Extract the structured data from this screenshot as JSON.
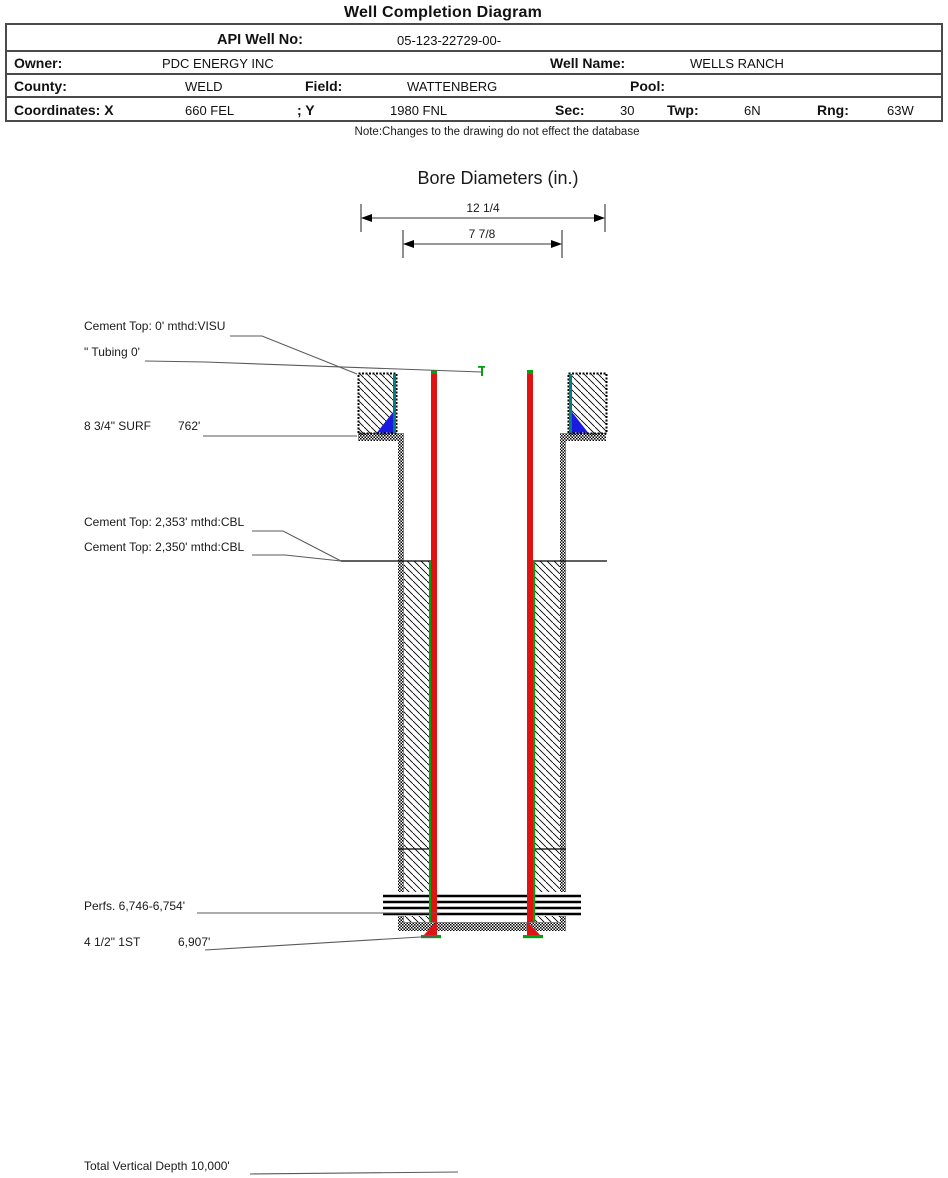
{
  "title": "Well Completion Diagram",
  "info_table": {
    "api_label": "API Well No:",
    "api_value": "05-123-22729-00-",
    "owner_label": "Owner:",
    "owner_value": "PDC ENERGY INC",
    "well_name_label": "Well Name:",
    "well_name_value": "WELLS RANCH",
    "county_label": "County:",
    "county_value": "WELD",
    "field_label": "Field:",
    "field_value": "WATTENBERG",
    "pool_label": "Pool:",
    "pool_value": "",
    "coordinates_label": "Coordinates: X",
    "coord_x_value": "660 FEL",
    "coord_y_label": "; Y",
    "coord_y_value": "1980 FNL",
    "sec_label": "Sec:",
    "sec_value": "30",
    "twp_label": "Twp:",
    "twp_value": "6N",
    "rng_label": "Rng:",
    "rng_value": "63W"
  },
  "note": "Note:Changes to the drawing do not effect the database",
  "bore_diameters": {
    "heading": "Bore Diameters (in.)",
    "outer_diameter": "12 1/4",
    "inner_diameter": "7 7/8"
  },
  "annotations": {
    "cement_top_surface": "Cement Top: 0' mthd:VISU",
    "tubing": "\" Tubing 0'",
    "surface_casing_size": "8 3/4\" SURF",
    "surface_casing_depth": "762'",
    "cement_top_2353": "Cement Top: 2,353' mthd:CBL",
    "cement_top_2350": "Cement Top: 2,350' mthd:CBL",
    "perfs": "Perfs. 6,746-6,754'",
    "production_casing_size": "4 1/2\" 1ST",
    "production_casing_depth": "6,907'",
    "total_depth": "Total Vertical Depth 10,000'"
  },
  "colors": {
    "casing_red": "#e11212",
    "surface_casing_teal": "#007f7f",
    "cement_shoe_blue": "#1a1ae0",
    "marker_green": "#00a30f"
  }
}
